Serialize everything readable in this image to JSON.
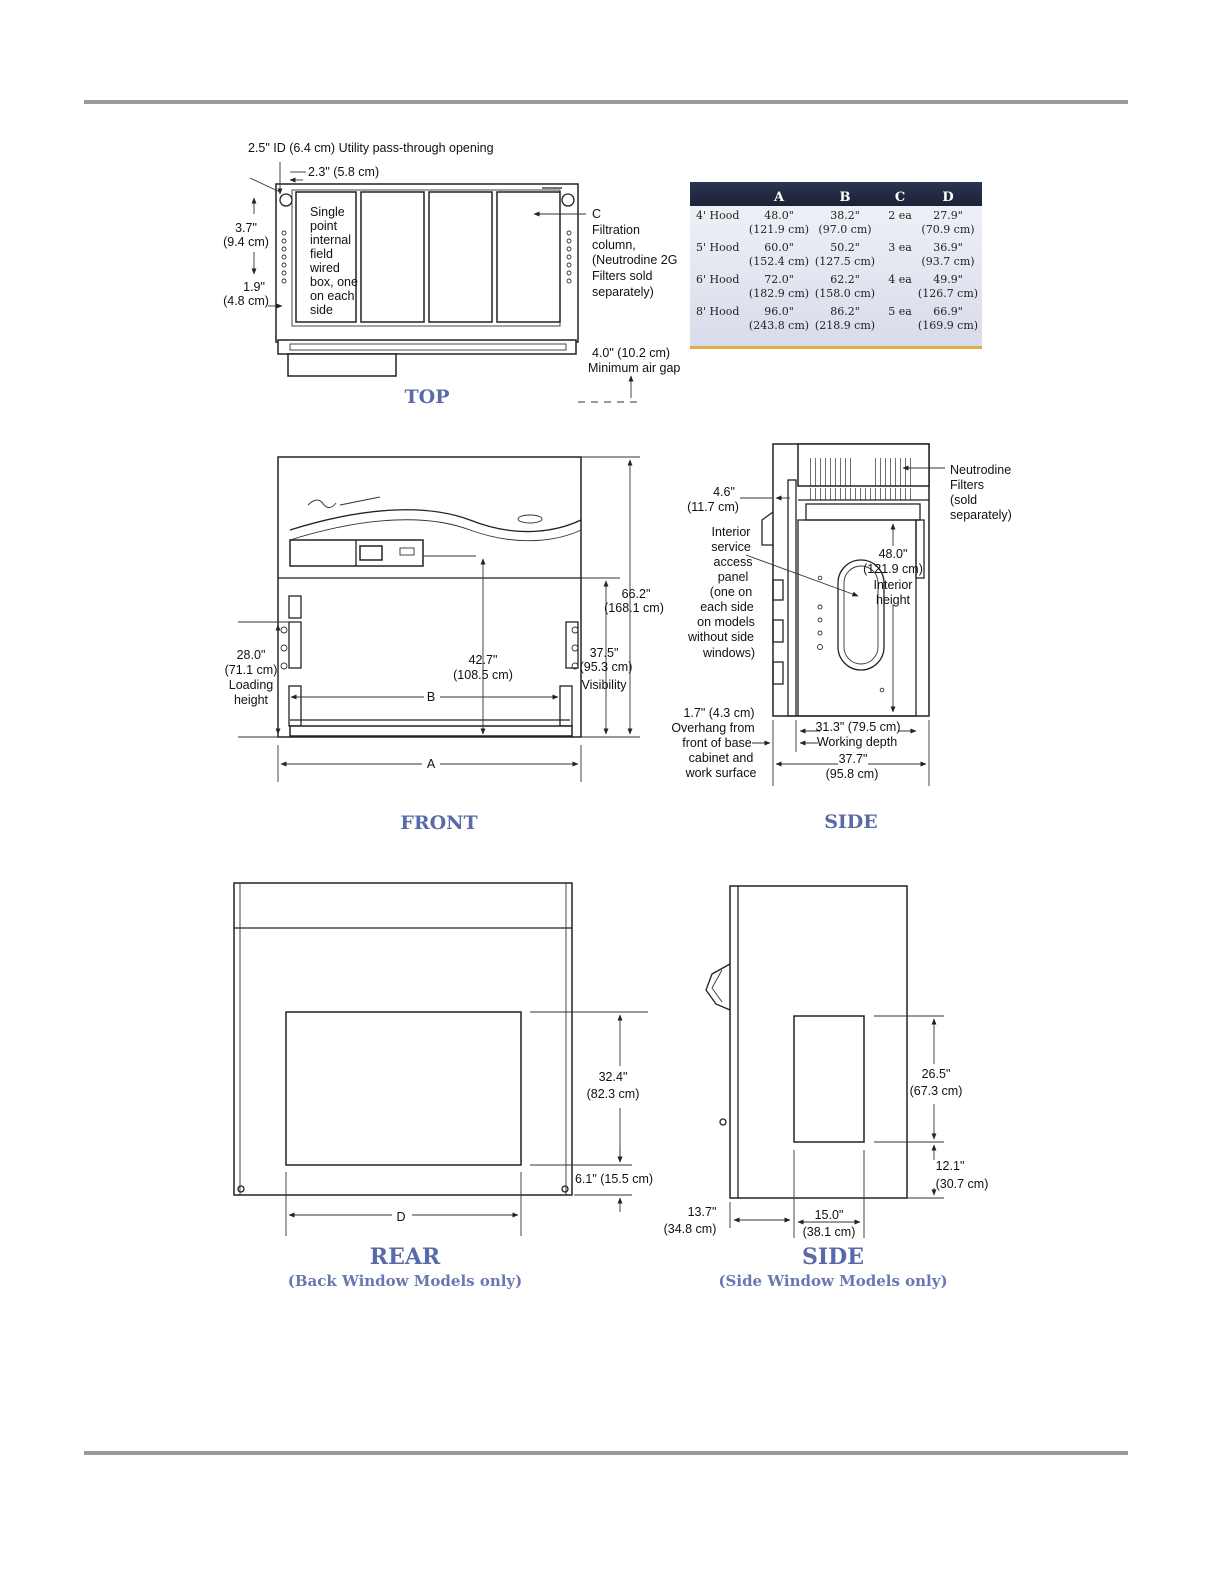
{
  "views": {
    "top": "TOP",
    "front": "FRONT",
    "side1": "SIDE",
    "rear": "REAR",
    "rear_sub": "(Back Window Models only)",
    "side2": "SIDE",
    "side2_sub": "(Side Window Models only)"
  },
  "top_view": {
    "opening": "2.5\" ID (6.4 cm) Utility pass-through opening",
    "offset": "2.3\" (5.8 cm)",
    "dim_3_7": "3.7\"",
    "dim_3_7_cm": "(9.4 cm)",
    "dim_1_9": "1.9\"",
    "dim_1_9_cm": "(4.8 cm)",
    "wired_box": [
      "Single",
      "point",
      "internal",
      "field",
      "wired",
      "box, one",
      "on each",
      "side"
    ],
    "filtration": [
      "C",
      "Filtration",
      "column,",
      "(Neutrodine 2G",
      "Filters sold",
      "separately)"
    ],
    "air_gap": "4.0\" (10.2 cm)",
    "air_gap_label": "Minimum air gap"
  },
  "table": {
    "headers": [
      "",
      "A",
      "B",
      "C",
      "D"
    ],
    "rows": [
      {
        "model": "4' Hood",
        "a": "48.0\"",
        "a_cm": "(121.9 cm)",
        "b": "38.2\"",
        "b_cm": "(97.0 cm)",
        "c": "2 ea",
        "d": "27.9\"",
        "d_cm": "(70.9 cm)"
      },
      {
        "model": "5' Hood",
        "a": "60.0\"",
        "a_cm": "(152.4 cm)",
        "b": "50.2\"",
        "b_cm": "(127.5 cm)",
        "c": "3 ea",
        "d": "36.9\"",
        "d_cm": "(93.7 cm)"
      },
      {
        "model": "6' Hood",
        "a": "72.0\"",
        "a_cm": "(182.9 cm)",
        "b": "62.2\"",
        "b_cm": "(158.0 cm)",
        "c": "4 ea",
        "d": "49.9\"",
        "d_cm": "(126.7 cm)"
      },
      {
        "model": "8' Hood",
        "a": "96.0\"",
        "a_cm": "(243.8 cm)",
        "b": "86.2\"",
        "b_cm": "(218.9 cm)",
        "c": "5 ea",
        "d": "66.9\"",
        "d_cm": "(169.9 cm)"
      }
    ]
  },
  "front_view": {
    "h_total": "66.2\"",
    "h_total_cm": "(168.1 cm)",
    "h_open": "37.5\"",
    "h_open_cm": "(95.3 cm)",
    "h_open_label": "Visibility",
    "h_load": "28.0\"",
    "h_load_cm": "(71.1 cm)",
    "h_load_label1": "Loading",
    "h_load_label2": "height",
    "h_inner": "42.7\"",
    "h_inner_cm": "(108.5 cm)",
    "label_b": "B",
    "label_a": "A"
  },
  "side_view": {
    "d_4_6": "4.6\"",
    "d_4_6_cm": "(11.7 cm)",
    "filters": [
      "Neutrodine",
      "Filters",
      "(sold",
      "separately)"
    ],
    "panel": [
      "Interior",
      "service",
      "access",
      "panel",
      "(one on",
      "each side",
      "on models",
      "without side",
      "windows)"
    ],
    "interior_h": "48.0\"",
    "interior_h_cm": "(121.9 cm)",
    "interior_label1": "Interior",
    "interior_label2": "height",
    "overhang": [
      "1.7\" (4.3 cm)",
      "Overhang from",
      "front of base",
      "cabinet and",
      "work surface"
    ],
    "working": "31.3\" (79.5 cm)",
    "working_label": "Working depth",
    "depth": "37.7\"",
    "depth_cm": "(95.8 cm)"
  },
  "rear_view": {
    "win_h": "32.4\"",
    "win_h_cm": "(82.3 cm)",
    "sill": "6.1\" (15.5 cm)",
    "label_d": "D"
  },
  "side2_view": {
    "win_h": "26.5\"",
    "win_h_cm": "(67.3 cm)",
    "sill": "12.1\"",
    "sill_cm": "(30.7 cm)",
    "front": "13.7\"",
    "front_cm": "(34.8 cm)",
    "width": "15.0\"",
    "width_cm": "(38.1 cm)"
  }
}
